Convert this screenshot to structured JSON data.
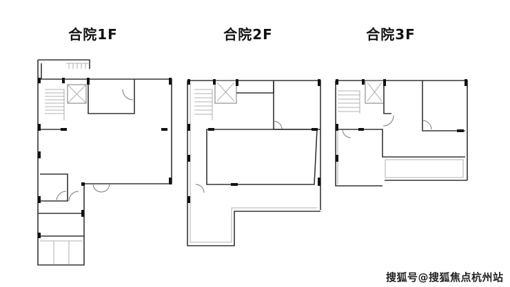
{
  "plans": [
    {
      "title": "合院1F"
    },
    {
      "title": "合院2F"
    },
    {
      "title": "合院3F"
    }
  ],
  "watermark": "搜狐号@搜狐焦点杭州站"
}
